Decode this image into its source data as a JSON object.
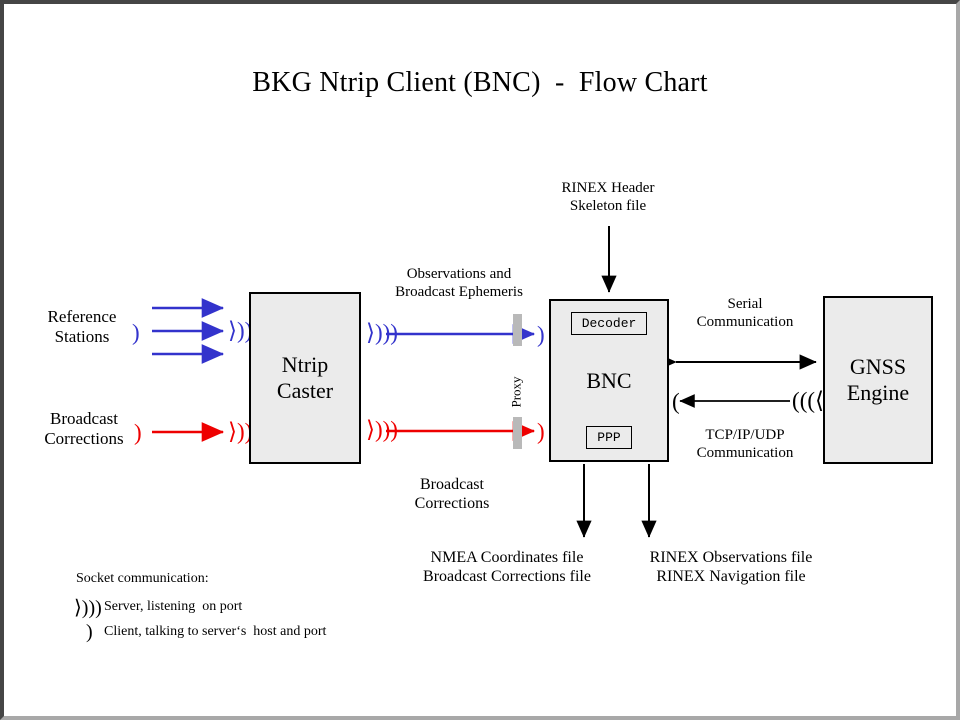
{
  "title": "BKG Ntrip Client (BNC)  -  Flow Chart",
  "boxes": {
    "caster": "Ntrip\nCaster",
    "bnc": {
      "name": "BNC",
      "decoder": "Decoder",
      "ppp": "PPP"
    },
    "gnss": "GNSS\nEngine"
  },
  "sources": {
    "reference_stations": "Reference\nStations",
    "broadcast_corrections": "Broadcast\nCorrections"
  },
  "flows": {
    "observations": "Observations and\nBroadcast Ephemeris",
    "broadcast_corrections": "Broadcast\nCorrections",
    "proxy": "Proxy",
    "rinex_header": "RINEX Header\nSkeleton file",
    "serial": "Serial\nCommunication",
    "tcpip": "TCP/IP/UDP\nCommunication"
  },
  "outputs": {
    "left": "NMEA Coordinates file\nBroadcast Corrections file",
    "right": "RINEX Observations file\nRINEX Navigation file"
  },
  "legend": {
    "heading": "Socket communication:",
    "server": "Server, listening  on port",
    "client": "Client, talking to server‘s  host and port",
    "server_glyph": "server-antenna-icon",
    "client_glyph": "client-paren-icon"
  },
  "colors": {
    "blue": "#3333cc",
    "red": "#ee0000",
    "box_fill": "#ebebeb",
    "proxy_bar": "#b9b9b9",
    "frame_dark": "#454545",
    "frame_light": "#a8a8a8"
  }
}
